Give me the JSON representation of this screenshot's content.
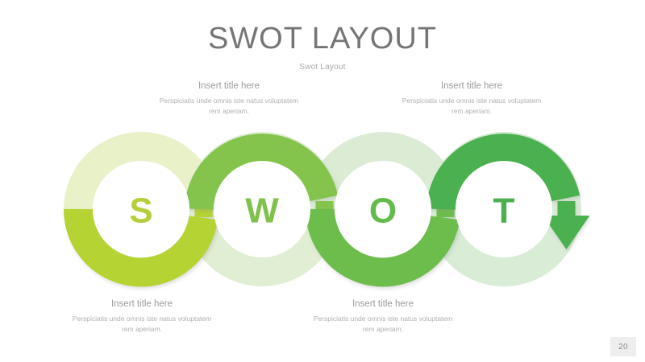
{
  "slide": {
    "title": "SWOT LAYOUT",
    "subtitle": "Swot Layout",
    "page_number": "20",
    "background_color": "#ffffff"
  },
  "letters": [
    {
      "key": "s",
      "label": "S",
      "color": "#b5cf3a"
    },
    {
      "key": "w",
      "label": "W",
      "color": "#7fc14a"
    },
    {
      "key": "o",
      "label": "O",
      "color": "#63bb4c"
    },
    {
      "key": "t",
      "label": "T",
      "color": "#4caf50"
    }
  ],
  "rings": [
    {
      "key": "s",
      "letter": "S",
      "arc_color": "#b5d333",
      "faded_color": "#e9f1c9",
      "arrow_direction": "up",
      "position": "bottom"
    },
    {
      "key": "w",
      "letter": "W",
      "arc_color": "#84c44e",
      "faded_color": "#e0eed3",
      "arrow_direction": "down",
      "position": "top"
    },
    {
      "key": "o",
      "letter": "O",
      "arc_color": "#6cbd4b",
      "faded_color": "#dcecd4",
      "arrow_direction": "up",
      "position": "bottom"
    },
    {
      "key": "t",
      "letter": "T",
      "arc_color": "#4cb050",
      "faded_color": "#d8ecd6",
      "arrow_direction": "down",
      "position": "top"
    }
  ],
  "captions": [
    {
      "key": "w",
      "placement": "top",
      "title": "Insert title here",
      "body": "Perspiciatis unde omnis iste natus voluptatem rem aperiam."
    },
    {
      "key": "t",
      "placement": "top",
      "title": "Insert title here",
      "body": "Perspiciatis unde omnis iste natus voluptatem rem aperiam."
    },
    {
      "key": "s",
      "placement": "bottom",
      "title": "Insert title here",
      "body": "Perspiciatis unde omnis iste natus voluptatem rem aperiam."
    },
    {
      "key": "o",
      "placement": "bottom",
      "title": "Insert title here",
      "body": "Perspiciatis unde omnis iste natus voluptatem rem aperiam."
    }
  ]
}
